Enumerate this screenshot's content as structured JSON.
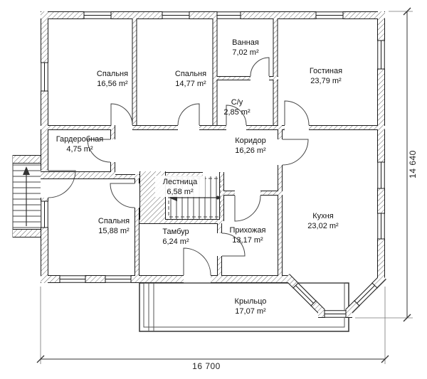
{
  "plan": {
    "type": "floor-plan",
    "rooms": [
      {
        "id": "bedroom-1",
        "name": "Спальня",
        "area": "16,56 m²"
      },
      {
        "id": "bedroom-2",
        "name": "Спальня",
        "area": "14,77 m²"
      },
      {
        "id": "bathroom",
        "name": "Ванная",
        "area": "7,02 m²"
      },
      {
        "id": "living-room",
        "name": "Гостиная",
        "area": "23,79 m²"
      },
      {
        "id": "wc",
        "name": "С/у",
        "area": "2,85 m²"
      },
      {
        "id": "wardrobe",
        "name": "Гардеробная",
        "area": "4,75 m²"
      },
      {
        "id": "corridor",
        "name": "Коридор",
        "area": "16,26 m²"
      },
      {
        "id": "staircase",
        "name": "Лестница",
        "area": "6,58 m²"
      },
      {
        "id": "bedroom-3",
        "name": "Спальня",
        "area": "15,88 m²"
      },
      {
        "id": "vestibule",
        "name": "Тамбур",
        "area": "6,24 m²"
      },
      {
        "id": "hallway",
        "name": "Прихожая",
        "area": "13,17 m²"
      },
      {
        "id": "kitchen",
        "name": "Кухня",
        "area": "23,02 m²"
      },
      {
        "id": "porch",
        "name": "Крыльцо",
        "area": "17,07 m²"
      }
    ],
    "dimensions": {
      "width_label": "16 700",
      "height_label": "14 640"
    },
    "colors": {
      "wall_outline": "#1a1a1a",
      "hatch": "#666666",
      "text": "#111111",
      "background": "#ffffff"
    }
  }
}
